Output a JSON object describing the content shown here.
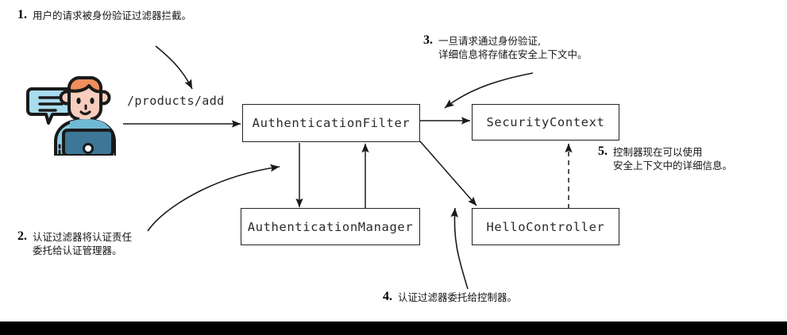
{
  "diagram": {
    "title_icon": "user-avatar-icon",
    "url_label": "/products/add",
    "boxes": [
      {
        "id": "authentication-filter",
        "label": "AuthenticationFilter"
      },
      {
        "id": "security-context",
        "label": "SecurityContext"
      },
      {
        "id": "authentication-manager",
        "label": "AuthenticationManager"
      },
      {
        "id": "hello-controller",
        "label": "HelloController"
      }
    ],
    "notes": [
      {
        "id": "note-1",
        "number": "1.",
        "lines": [
          "用户的请求被身份验证过滤器拦截。"
        ]
      },
      {
        "id": "note-2",
        "number": "2.",
        "lines": [
          "认证过滤器将认证责任",
          "委托给认证管理器。"
        ]
      },
      {
        "id": "note-3",
        "number": "3.",
        "lines": [
          "一旦请求通过身份验证,",
          "详细信息将存储在安全上下文中。"
        ]
      },
      {
        "id": "note-4",
        "number": "4.",
        "lines": [
          "认证过滤器委托给控制器。"
        ]
      },
      {
        "id": "note-5",
        "number": "5.",
        "lines": [
          "控制器现在可以使用",
          "安全上下文中的详细信息。"
        ]
      }
    ],
    "colors": {
      "stroke": "#222222",
      "box_fill": "#ffffff",
      "page_background": "#ffffff",
      "bottom_bar": "#000000",
      "avatar_skin": "#f7cdbe",
      "avatar_hair": "#ef8f5d",
      "avatar_shirt": "#8ccbe2",
      "avatar_laptop": "#3d7697",
      "avatar_bubble": "#a8dcee",
      "avatar_outline": "#1a1a1a"
    }
  }
}
